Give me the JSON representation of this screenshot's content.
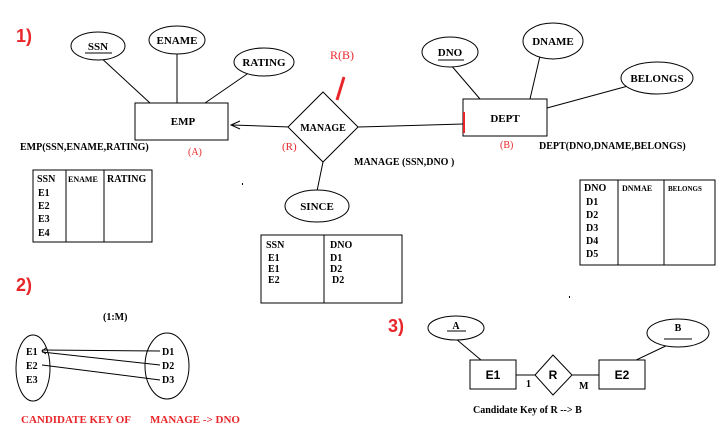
{
  "colors": {
    "accent": "#e8262a",
    "ink": "#000000",
    "background": "#ffffff"
  },
  "sections": {
    "s1": "1)",
    "s2": "2)",
    "s3": "3)"
  },
  "part1": {
    "entities": {
      "emp": "EMP",
      "dept": "DEPT"
    },
    "relationship": "MANAGE",
    "emp_attrs": [
      "SSN",
      "ENAME",
      "RATING"
    ],
    "dept_attrs": [
      "DNO",
      "DNAME",
      "BELONGS"
    ],
    "rel_attr": "SINCE",
    "labels": {
      "rb": "R(B)",
      "r": "(R)",
      "a": "(A)",
      "b": "(B)",
      "emp_schema": "EMP(SSN,ENAME,RATING)",
      "manage_schema": "MANAGE (SSN,DNO )",
      "dept_schema": "DEPT(DNO,DNAME,BELONGS)"
    },
    "emp_table": {
      "headers": [
        "SSN",
        "ENAME",
        "RATING"
      ],
      "rows": [
        "E1",
        "E2",
        "E3",
        "E4"
      ]
    },
    "manage_table": {
      "headers": [
        "SSN",
        "DNO"
      ],
      "rows": [
        [
          "E1",
          "D1"
        ],
        [
          "E1",
          "D2"
        ],
        [
          "E2",
          "D2"
        ]
      ]
    },
    "dept_table": {
      "headers": [
        "DNO",
        "DNMAE",
        "BELONGS"
      ],
      "rows": [
        "D1",
        "D2",
        "D3",
        "D4",
        "D5"
      ]
    }
  },
  "part2": {
    "cardinality": "(1:M)",
    "left": [
      "E1",
      "E2",
      "E3"
    ],
    "right": [
      "D1",
      "D2",
      "D3"
    ],
    "caption_a": "CANDIDATE KEY OF",
    "caption_b": "MANAGE -> DNO"
  },
  "part3": {
    "e1": "E1",
    "e2": "E2",
    "rel": "R",
    "attr_a": "A",
    "attr_b": "B",
    "card_left": "1",
    "card_right": "M",
    "caption": "Candidate Key of R --> B"
  }
}
